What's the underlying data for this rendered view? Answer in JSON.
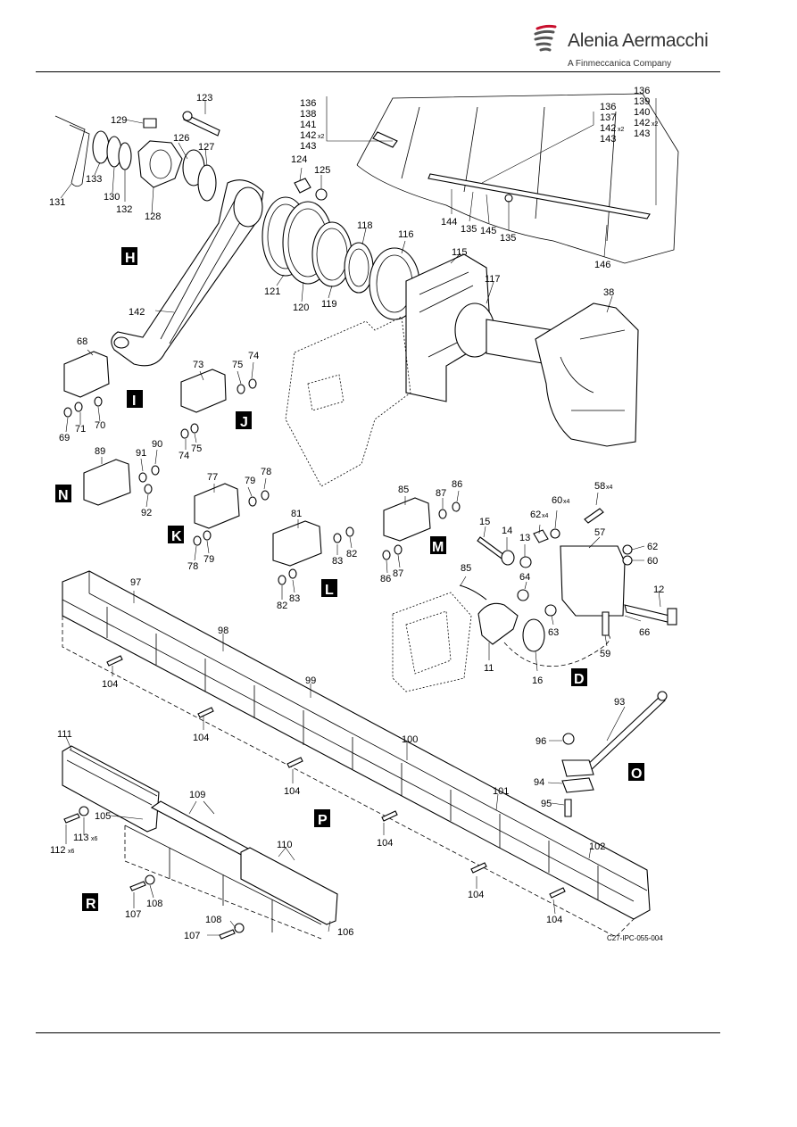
{
  "header": {
    "brand": "Alenia Aermacchi",
    "tagline": "A Finmeccanica Company"
  },
  "figure": {
    "id": "C27-IPC-055-004"
  },
  "detail_tags": [
    "H",
    "I",
    "J",
    "N",
    "K",
    "M",
    "L",
    "D",
    "O",
    "P",
    "R"
  ],
  "labels": {
    "l123": "123",
    "l129": "129",
    "l126": "126",
    "l127": "127",
    "l131": "131",
    "l133": "133",
    "l130": "130",
    "l132": "132",
    "l128": "128",
    "l124": "124",
    "l125": "125",
    "g1a": "136",
    "g1b": "138",
    "g1c": "141",
    "g1d": "142",
    "g1d_x": "x2",
    "g1e": "143",
    "g2a": "136",
    "g2b": "137",
    "g2c": "142",
    "g2c_x": "x2",
    "g2d": "143",
    "g3a": "136",
    "g3b": "139",
    "g3c": "140",
    "g3d": "142",
    "g3d_x": "x2",
    "g3e": "143",
    "l144": "144",
    "l135a": "135",
    "l145": "145",
    "l135b": "135",
    "l146": "146",
    "l118": "118",
    "l116": "116",
    "l115": "115",
    "l117": "117",
    "l38": "38",
    "l121": "121",
    "l120": "120",
    "l119": "119",
    "l142": "142",
    "l68": "68",
    "l69": "69",
    "l71": "71",
    "l70": "70",
    "l73": "73",
    "l75a": "75",
    "l74a": "74",
    "l74b": "74",
    "l75b": "75",
    "l89": "89",
    "l91": "91",
    "l90": "90",
    "l92": "92",
    "l77": "77",
    "l79a": "79",
    "l78a": "78",
    "l78b": "78",
    "l79b": "79",
    "l81": "81",
    "l83a": "83",
    "l82a": "82",
    "l82b": "82",
    "l83b": "83",
    "l85a": "85",
    "l87a": "87",
    "l86a": "86",
    "l86b": "86",
    "l87b": "87",
    "l58": "58",
    "l58_x": "x4",
    "l60a": "60",
    "l60a_x": "x4",
    "l62a": "62",
    "l62a_x": "x4",
    "l15": "15",
    "l14": "14",
    "l13": "13",
    "l57": "57",
    "l62b": "62",
    "l60b": "60",
    "l85b": "85",
    "l64": "64",
    "l12": "12",
    "l63": "63",
    "l66": "66",
    "l11": "11",
    "l16": "16",
    "l59": "59",
    "l97": "97",
    "l98": "98",
    "l99": "99",
    "l100": "100",
    "l101": "101",
    "l102": "102",
    "l104a": "104",
    "l104b": "104",
    "l104c": "104",
    "l104d": "104",
    "l104e": "104",
    "l104f": "104",
    "l93": "93",
    "l96": "96",
    "l94": "94",
    "l95": "95",
    "l111": "111",
    "l109": "109",
    "l105": "105",
    "l113": "113",
    "l113_x": "x6",
    "l112": "112",
    "l112_x": "x6",
    "l110": "110",
    "l107a": "107",
    "l108a": "108",
    "l108b": "108",
    "l107b": "107",
    "l106": "106"
  }
}
